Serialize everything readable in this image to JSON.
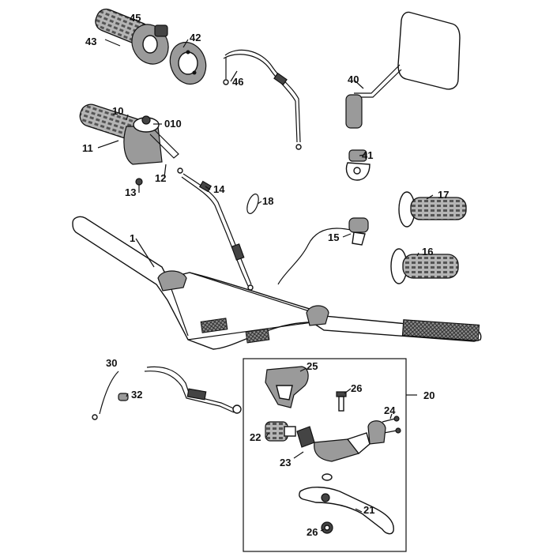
{
  "labels": {
    "p45": "45",
    "p43": "43",
    "p42": "42",
    "p46": "46",
    "p40": "40",
    "p10": "10",
    "p010": "010",
    "p11": "11",
    "p12": "12",
    "p13": "13",
    "p14": "14",
    "p18": "18",
    "p41": "41",
    "p17": "17",
    "p1": "1",
    "p15": "15",
    "p16": "16",
    "p30": "30",
    "p32": "32",
    "p25": "25",
    "p26a": "26",
    "p20": "20",
    "p24": "24",
    "p22": "22",
    "p23": "23",
    "p21": "21",
    "p26b": "26"
  }
}
